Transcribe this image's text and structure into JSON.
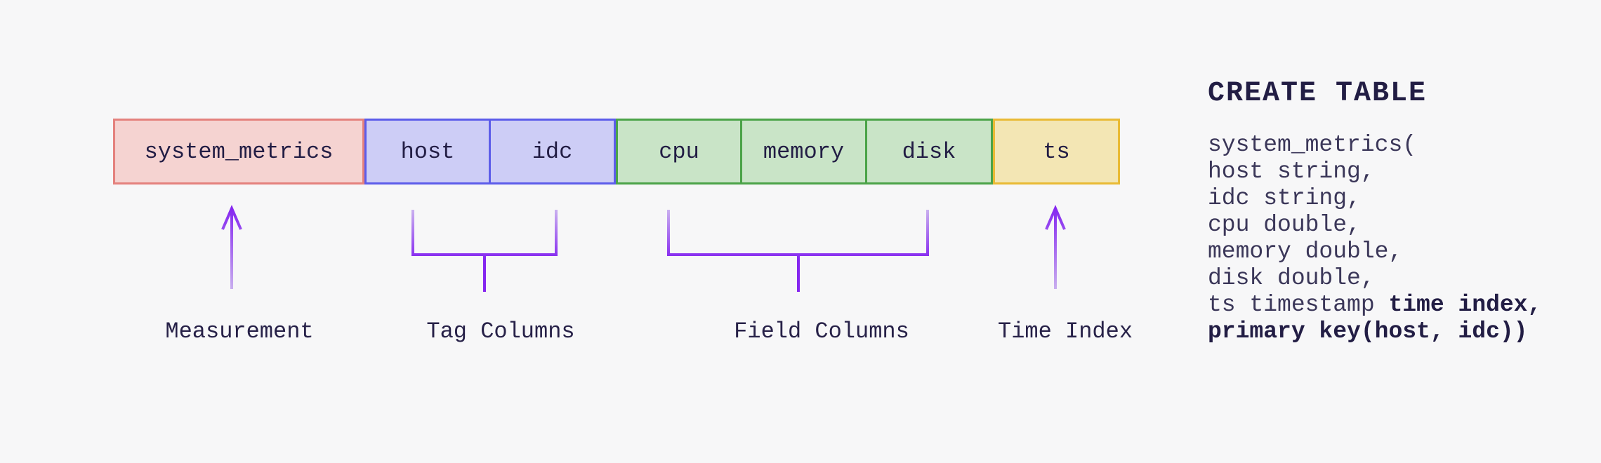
{
  "background_color": "#f7f7f8",
  "diagram": {
    "boxes": [
      {
        "id": "system-metrics",
        "label": "system_metrics",
        "group": "measurement"
      },
      {
        "id": "host",
        "label": "host",
        "group": "tag"
      },
      {
        "id": "idc",
        "label": "idc",
        "group": "tag"
      },
      {
        "id": "cpu",
        "label": "cpu",
        "group": "field"
      },
      {
        "id": "memory",
        "label": "memory",
        "group": "field"
      },
      {
        "id": "disk",
        "label": "disk",
        "group": "field"
      },
      {
        "id": "ts",
        "label": "ts",
        "group": "time"
      }
    ],
    "groups": {
      "measurement": {
        "fill": "#f5d3d1",
        "border": "#e4817d"
      },
      "tag": {
        "fill": "#cdcdf6",
        "border": "#5c5cea"
      },
      "field": {
        "fill": "#c9e4c7",
        "border": "#4ba348"
      },
      "time": {
        "fill": "#f3e6b4",
        "border": "#e9ba35"
      }
    },
    "annotations": [
      {
        "id": "measurement",
        "label": "Measurement",
        "connector": "arrow"
      },
      {
        "id": "tag-columns",
        "label": "Tag Columns",
        "connector": "bracket"
      },
      {
        "id": "field-columns",
        "label": "Field Columns",
        "connector": "bracket"
      },
      {
        "id": "time-index",
        "label": "Time Index",
        "connector": "arrow"
      }
    ],
    "connector_colors": {
      "vivid": "#8526f0",
      "light": "#cab1ef"
    },
    "text_color": "#221d44"
  },
  "sql": {
    "heading": "CREATE TABLE",
    "lines": [
      [
        {
          "text": "system_metrics(",
          "bold": false
        }
      ],
      [
        {
          "text": "host string,",
          "bold": false
        }
      ],
      [
        {
          "text": "idc string,",
          "bold": false
        }
      ],
      [
        {
          "text": "cpu double,",
          "bold": false
        }
      ],
      [
        {
          "text": "memory double,",
          "bold": false
        }
      ],
      [
        {
          "text": "disk double,",
          "bold": false
        }
      ],
      [
        {
          "text": "ts timestamp ",
          "bold": false
        },
        {
          "text": "time index,",
          "bold": true
        }
      ],
      [
        {
          "text": "primary key(host, idc))",
          "bold": true
        }
      ]
    ]
  }
}
